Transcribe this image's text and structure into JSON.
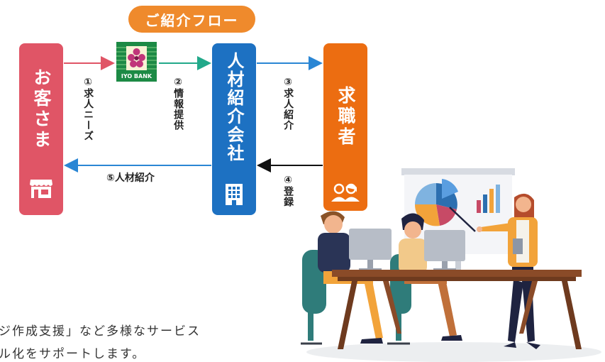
{
  "flow": {
    "title": "ご紹介フロー",
    "customer_label": "お客さま",
    "bank_name": "IYO BANK",
    "agency_label": "人材紹介会社",
    "seeker_label": "求職者",
    "steps": {
      "s1_num": "①",
      "s1_text": "求人ニーズ",
      "s2_num": "②",
      "s2_text": "情報提供",
      "s3_num": "③",
      "s3_text": "求人紹介",
      "s4_num": "④",
      "s4_text": "登録",
      "s5": "⑤人材紹介"
    }
  },
  "body_text": {
    "line1": "ジ作成支援」など多様なサービス",
    "line2": "ル化をサポートします。"
  },
  "colors": {
    "title": "#ef8a2c",
    "customer": "#e05566",
    "bank": "#1c8a45",
    "agency": "#1d71c2",
    "seeker": "#ec6d11",
    "arrow_teal": "#22a98a",
    "arrow_blue": "#2a86d4"
  },
  "icons": {
    "customer_icon": "storefront-icon",
    "agency_icon": "office-building-icon",
    "seeker_icon": "people-icon",
    "bank_icon": "bank-flower-logo-icon"
  }
}
